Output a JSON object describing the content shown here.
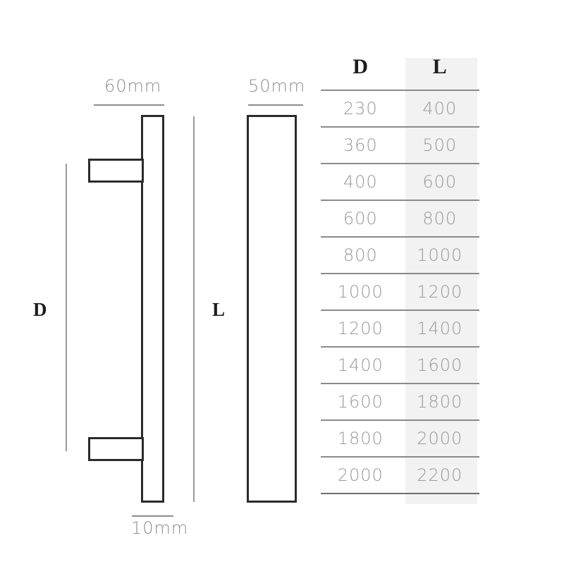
{
  "diagram": {
    "title": "Door handle dimension drawing",
    "side_view": {
      "name": "T-shaped pull handle side view",
      "width_label": "60mm",
      "depth_axis_label": "D",
      "length_axis_label": "L",
      "thickness_label": "10mm"
    },
    "front_view": {
      "name": "handle bar front view",
      "width_label": "50mm"
    }
  },
  "table": {
    "headers": [
      "D",
      "L"
    ],
    "rows": [
      [
        "230",
        "400"
      ],
      [
        "360",
        "500"
      ],
      [
        "400",
        "600"
      ],
      [
        "600",
        "800"
      ],
      [
        "800",
        "1000"
      ],
      [
        "1000",
        "1200"
      ],
      [
        "1200",
        "1400"
      ],
      [
        "1400",
        "1600"
      ],
      [
        "1600",
        "1800"
      ],
      [
        "1800",
        "2000"
      ],
      [
        "2000",
        "2200"
      ]
    ],
    "shaded_column_index": 1
  },
  "colors": {
    "outline": "#2b2b2b",
    "dimension_line": "#8d8d8d",
    "dimension_text": "#8e8e8e",
    "value_text": "#9a9a9a",
    "header_text": "#1d1d1d",
    "shade": "#f2f2f2",
    "background": "#ffffff"
  }
}
